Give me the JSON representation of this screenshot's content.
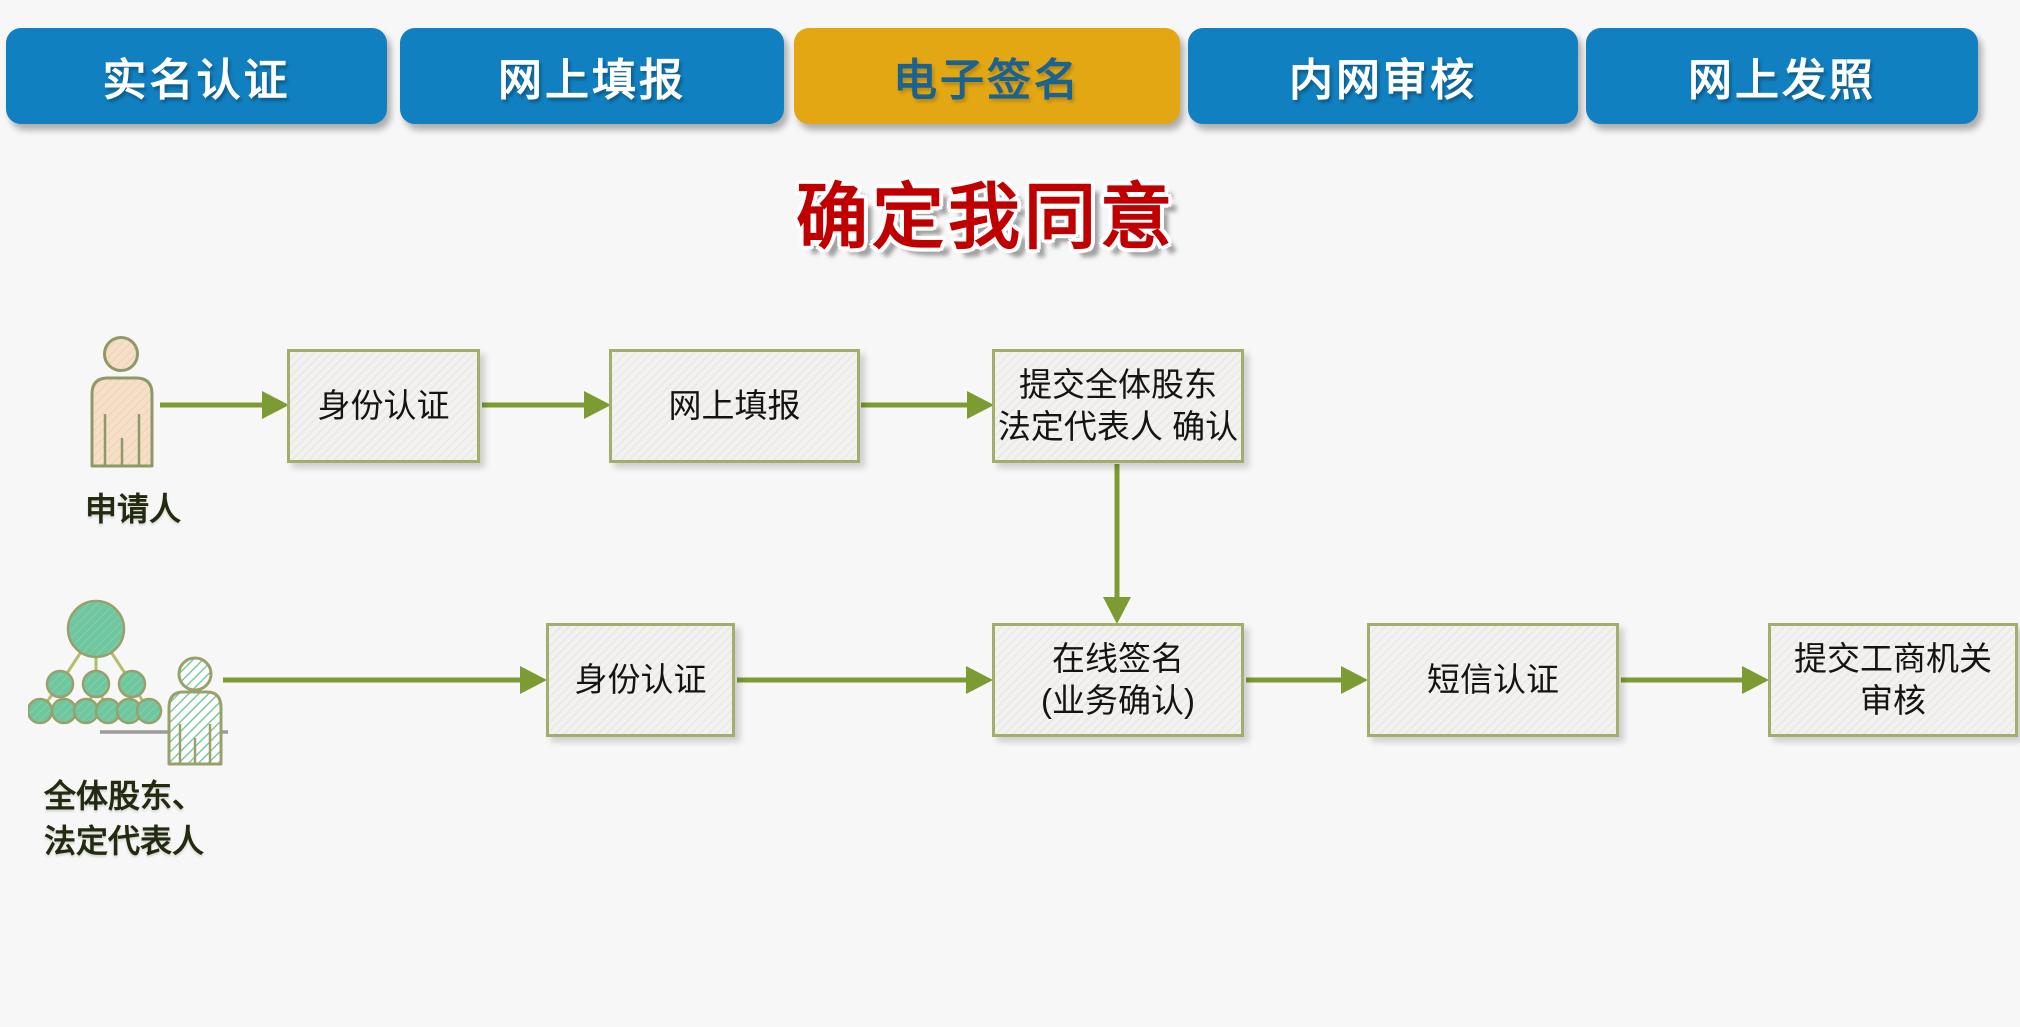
{
  "tabs": {
    "items": [
      {
        "label": "实名认证",
        "active": false
      },
      {
        "label": "网上填报",
        "active": false
      },
      {
        "label": "电子签名",
        "active": true
      },
      {
        "label": "内网审核",
        "active": false
      },
      {
        "label": "网上发照",
        "active": false
      }
    ]
  },
  "banner": {
    "title": "确定我同意"
  },
  "diagram": {
    "applicant": {
      "icon": "person-icon",
      "label": "申请人"
    },
    "shareholders": {
      "icon": "org-tree-and-person-icon",
      "label_line1": "全体股东、",
      "label_line2": "法定代表人"
    },
    "row1": {
      "box1": {
        "line1": "身份认证"
      },
      "box2": {
        "line1": "网上填报"
      },
      "box3": {
        "line1": "提交全体股东",
        "line2": "法定代表人 确认"
      }
    },
    "row2": {
      "box1": {
        "line1": "身份认证"
      },
      "box2": {
        "line1": "在线签名",
        "line2": "(业务确认)"
      },
      "box3": {
        "line1": "短信认证"
      },
      "box4": {
        "line1": "提交工商机关",
        "line2": "审核"
      }
    }
  },
  "colors": {
    "background": "#F7F7F7",
    "tab_blue": "#1180C1",
    "tab_text": "#FFFFFF",
    "tab_active_bg": "#E3A713",
    "tab_active_text": "#1A6292",
    "title_red": "#C00000",
    "arrow_green": "#7C9B33",
    "box_border": "#A2AF6C",
    "box_fill": "#F1F0EE",
    "applicant_person_fill": "#F6DFC9",
    "org_tree_circle_fill": "#6FC69F",
    "icon_outline": "#8F9968"
  }
}
